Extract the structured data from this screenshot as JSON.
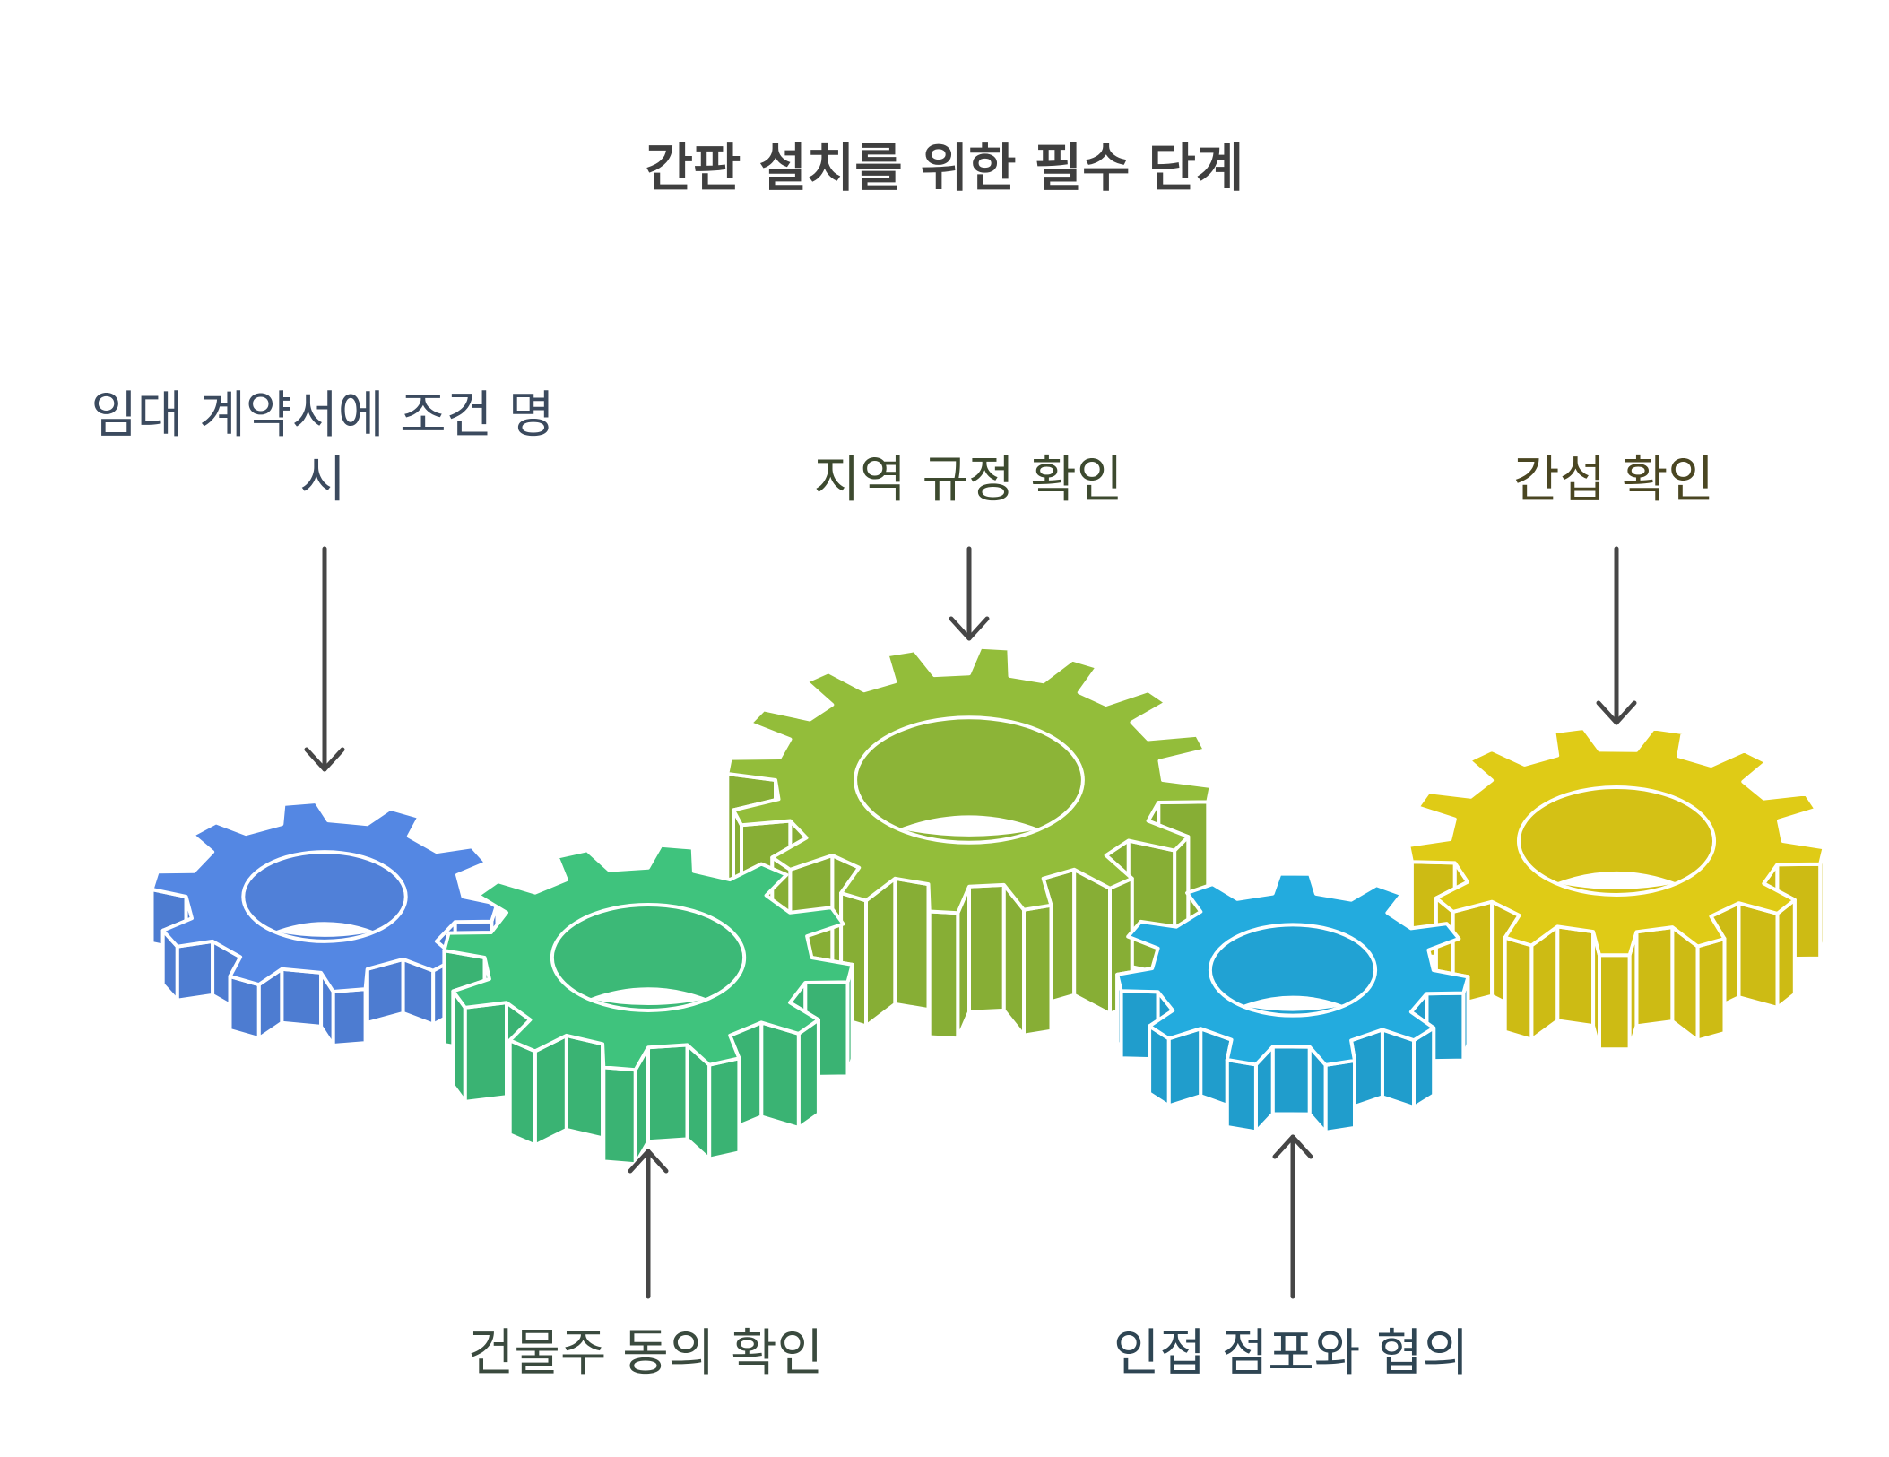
{
  "title": "간판 설치를 위한 필수 단계",
  "steps": [
    {
      "label": "임대 계약서에 조건 명시",
      "label_line1": "임대 계약서에 조건 명",
      "label_line2": "시",
      "color": "#5487e3",
      "text_color": "#3b4a5e",
      "arrow": "down"
    },
    {
      "label": "건물주 동의 확인",
      "color": "#3fc37d",
      "text_color": "#3a4a3e",
      "arrow": "up"
    },
    {
      "label": "지역 규정 확인",
      "color": "#93bd3a",
      "text_color": "#3d4a2f",
      "arrow": "down"
    },
    {
      "label": "인접 점포와 협의",
      "color": "#23abde",
      "text_color": "#2e4553",
      "arrow": "up"
    },
    {
      "label": "간섭 확인",
      "color": "#dfcb16",
      "text_color": "#4a4622",
      "arrow": "down"
    }
  ],
  "arrow_color": "#464646"
}
